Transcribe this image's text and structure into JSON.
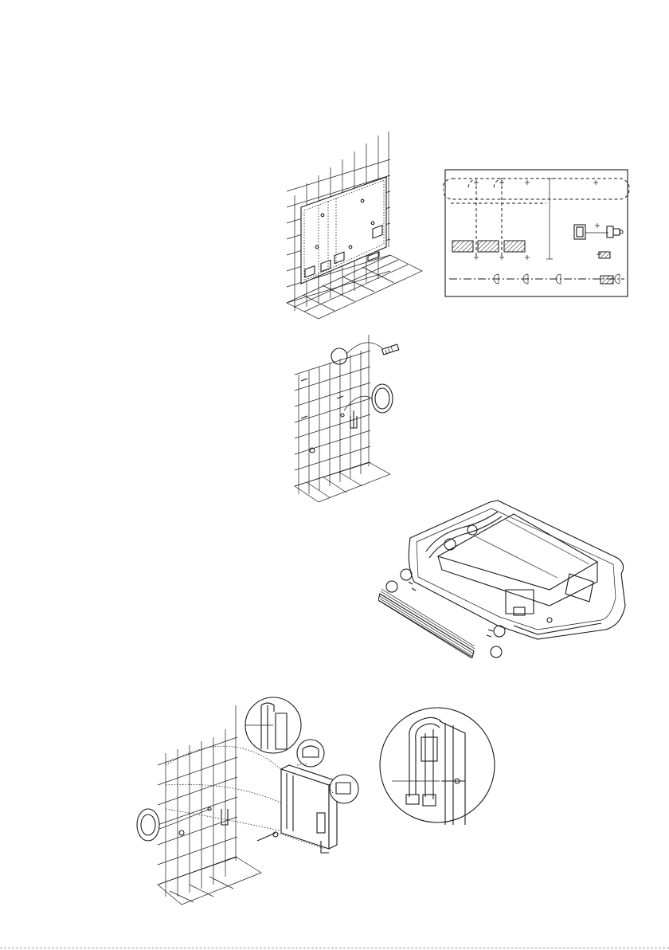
{
  "page": {
    "figures": [
      {
        "id": "wall-template-outline"
      },
      {
        "id": "wiring-layout-schematic"
      },
      {
        "id": "wall-drilling-anchors"
      },
      {
        "id": "unit-grille-removal"
      },
      {
        "id": "unit-wall-mounting"
      },
      {
        "id": "hose-connection-detail"
      }
    ]
  },
  "colors": {
    "line": "#1a1a1a",
    "background": "#ffffff"
  },
  "icons": [
    "screw-icon",
    "wall-plug-icon",
    "hose-connector-icon",
    "hatched-junction-box-icon"
  ],
  "callouts": {
    "grille_screws": [
      "",
      "",
      "",
      ""
    ]
  }
}
